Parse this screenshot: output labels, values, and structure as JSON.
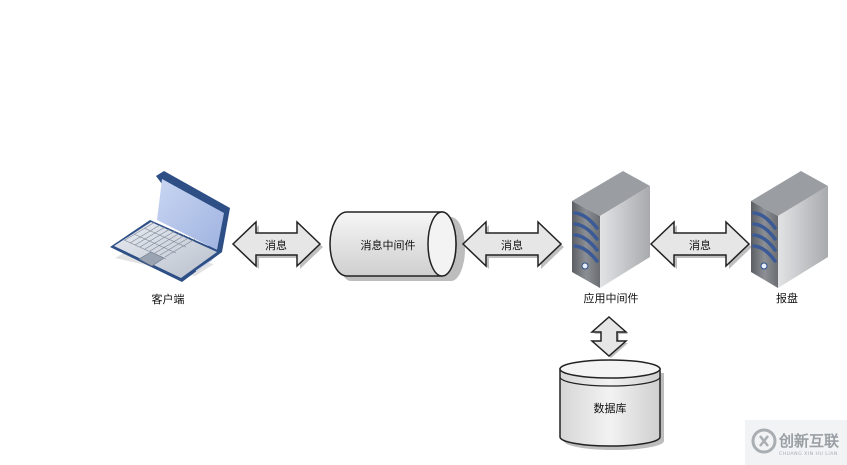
{
  "diagram": {
    "client_label": "客户端",
    "queue_label": "消息中间件",
    "app_server_label": "应用中间件",
    "report_server_label": "报盘",
    "database_label": "数据库",
    "arrow_label_1": "消息",
    "arrow_label_2": "消息",
    "arrow_label_3": "消息"
  },
  "watermark": {
    "brand": "创新互联",
    "subtitle": "CHUANG XIN HU LIAN"
  },
  "colors": {
    "arrow_fill": "#e6e6e6",
    "shape_stroke": "#222222",
    "server_stripe": "#3b5a96",
    "laptop_body": "#2d4f86",
    "laptop_screen": "#b5c6ea"
  },
  "icons": [
    "laptop-icon",
    "server-icon",
    "server-icon",
    "database-icon",
    "message-queue-icon"
  ]
}
